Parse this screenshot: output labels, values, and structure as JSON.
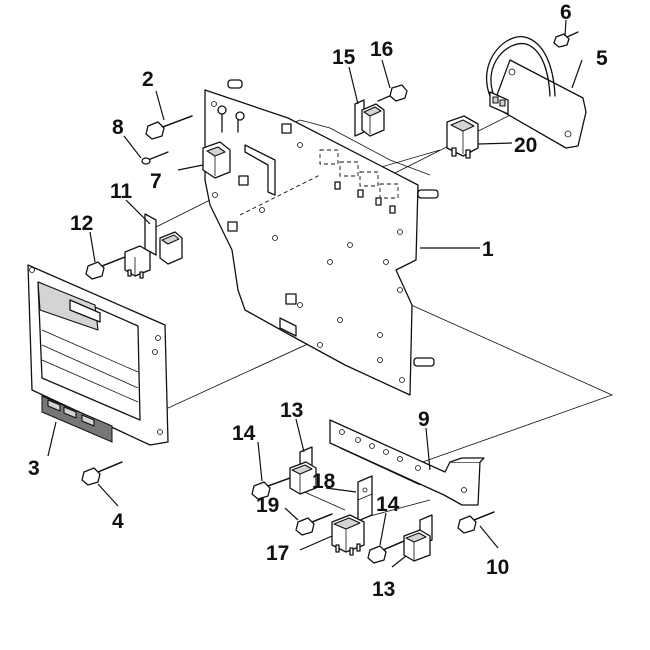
{
  "callouts": [
    "1",
    "2",
    "3",
    "4",
    "5",
    "6",
    "7",
    "8",
    "9",
    "10",
    "11",
    "12",
    "13",
    "13",
    "14",
    "14",
    "15",
    "16",
    "17",
    "18",
    "19",
    "20"
  ]
}
